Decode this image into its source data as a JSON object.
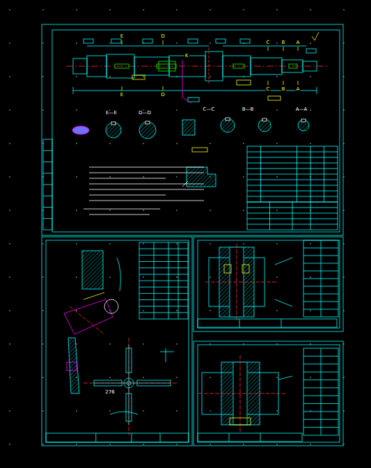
{
  "diagram": {
    "labels": [
      "E—E",
      "D—D",
      "C—C",
      "B—B",
      "A—A",
      "E",
      "E",
      "D",
      "D",
      "C",
      "C",
      "B",
      "B",
      "A",
      "A",
      "K",
      "276"
    ]
  }
}
